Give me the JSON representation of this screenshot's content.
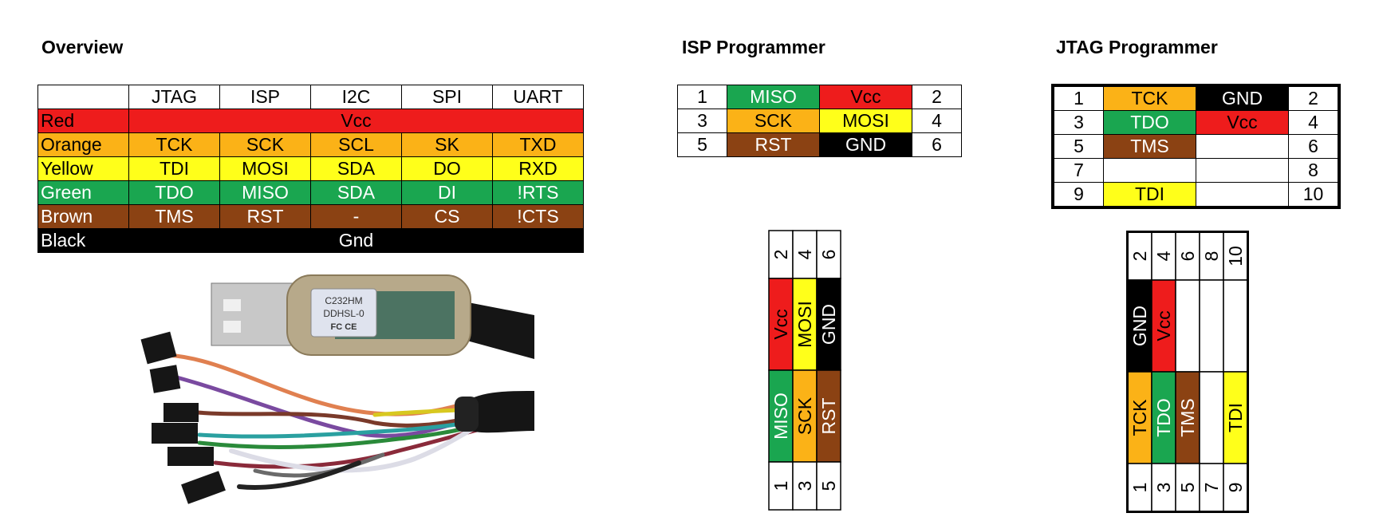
{
  "headings": {
    "overview": "Overview",
    "isp": "ISP Programmer",
    "jtag": "JTAG Programmer"
  },
  "colors": {
    "red": "#ee1c1c",
    "orange": "#fbb217",
    "yellow": "#ffff1a",
    "green": "#1aa650",
    "brown": "#8b4213",
    "black": "#000000",
    "white": "#ffffff"
  },
  "overview": {
    "header": [
      "",
      "JTAG",
      "ISP",
      "I2C",
      "SPI",
      "UART"
    ],
    "rows": [
      {
        "label": "Red",
        "color": "red",
        "span": "Vcc"
      },
      {
        "label": "Orange",
        "color": "orange",
        "cells": [
          "TCK",
          "SCK",
          "SCL",
          "SK",
          "TXD"
        ]
      },
      {
        "label": "Yellow",
        "color": "yellow",
        "cells": [
          "TDI",
          "MOSI",
          "SDA",
          "DO",
          "RXD"
        ]
      },
      {
        "label": "Green",
        "color": "green",
        "cells": [
          "TDO",
          "MISO",
          "SDA",
          "DI",
          "!RTS"
        ]
      },
      {
        "label": "Brown",
        "color": "brown",
        "cells": [
          "TMS",
          "RST",
          "-",
          "CS",
          "!CTS"
        ]
      },
      {
        "label": "Black",
        "color": "black",
        "span": "Gnd"
      }
    ]
  },
  "isp": {
    "rows": [
      {
        "left": "1",
        "a": "MISO",
        "ac": "green",
        "b": "Vcc",
        "bc": "red",
        "right": "2"
      },
      {
        "left": "3",
        "a": "SCK",
        "ac": "orange",
        "b": "MOSI",
        "bc": "yellow",
        "right": "4"
      },
      {
        "left": "5",
        "a": "RST",
        "ac": "brown",
        "b": "GND",
        "bc": "black",
        "right": "6"
      }
    ]
  },
  "jtag": {
    "rows": [
      {
        "left": "1",
        "a": "TCK",
        "ac": "orange",
        "b": "GND",
        "bc": "black",
        "right": "2"
      },
      {
        "left": "3",
        "a": "TDO",
        "ac": "green",
        "b": "Vcc",
        "bc": "red",
        "right": "4"
      },
      {
        "left": "5",
        "a": "TMS",
        "ac": "brown",
        "b": "",
        "bc": "white",
        "right": "6"
      },
      {
        "left": "7",
        "a": "",
        "ac": "white",
        "b": "",
        "bc": "white",
        "right": "8"
      },
      {
        "left": "9",
        "a": "TDI",
        "ac": "yellow",
        "b": "",
        "bc": "white",
        "right": "10"
      }
    ]
  },
  "cable": {
    "label_lines": [
      "C232HM",
      "DDHSL-0",
      "FC CE"
    ]
  }
}
